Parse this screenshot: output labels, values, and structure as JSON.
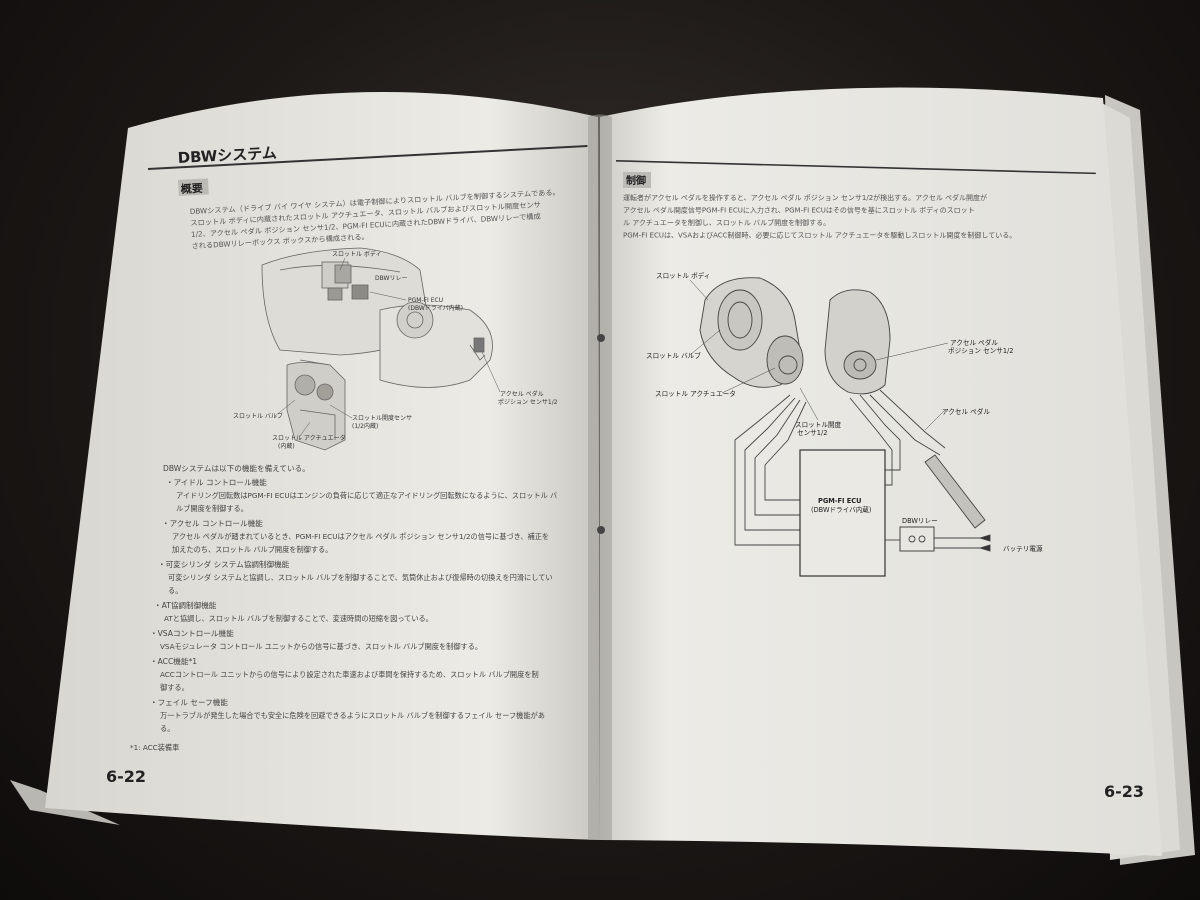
{
  "left_page": {
    "section_title": "DBWシステム",
    "heading": "概要",
    "intro_lines": [
      "DBWシステム（ドライブ バイ ワイヤ システム）は電子制御によりスロットル バルブを制御するシステムである。",
      "スロットル ボディに内蔵されたスロットル アクチュエータ、スロットル バルブおよびスロットル開度センサ",
      "1/2、アクセル ペダル ポジション センサ1/2、PGM-FI ECUに内蔵されたDBWドライバ、DBWリレーで構成",
      "されるDBWリレーボックス ボックスから構成される。"
    ],
    "diagram_labels": {
      "throttle_body": "スロットル ボディ",
      "dbw_relay": "DBWリレー",
      "ecu": "PGM-FI ECU",
      "ecu_sub": "(DBWドライバ内蔵)",
      "pedal_sensor_1": "アクセル ペダル",
      "pedal_sensor_2": "ポジション センサ1/2",
      "throttle_valve": "スロットル バルブ",
      "opening_sensor": "スロットル開度センサ",
      "opening_sensor_sub": "(1/2内蔵)",
      "actuator": "スロットル アクチュエータ",
      "actuator_sub": "(内蔵)"
    },
    "functions_intro": "DBWシステムは以下の機能を備えている。",
    "functions": [
      {
        "name": "・アイドル コントロール機能",
        "desc": [
          "アイドリング回転数はPGM-FI ECUはエンジンの負荷に応じて適正なアイドリング回転数になるように、スロットル バ",
          "ルブ開度を制御する。"
        ]
      },
      {
        "name": "・アクセル コントロール機能",
        "desc": [
          "アクセル ペダルが踏まれているとき、PGM-FI ECUはアクセル ペダル ポジション センサ1/2の信号に基づき、補正を",
          "加えたのち、スロットル バルブ開度を制御する。"
        ]
      },
      {
        "name": "・可変シリンダ システム協調制御機能",
        "desc": [
          "可変シリンダ システムと協調し、スロットル バルブを制御することで、気筒休止および復帰時の切換えを円滑にしてい",
          "る。"
        ]
      },
      {
        "name": "・AT協調制御機能",
        "desc": [
          "ATと協調し、スロットル バルブを制御することで、変速時間の短縮を図っている。"
        ]
      },
      {
        "name": "・VSAコントロール機能",
        "desc": [
          "VSAモジュレータ コントロール ユニットからの信号に基づき、スロットル バルブ開度を制御する。"
        ]
      },
      {
        "name": "・ACC機能*1",
        "desc": [
          "ACCコントロール ユニットからの信号により設定された車速および車間を保持するため、スロットル バルブ開度を制",
          "御する。"
        ]
      },
      {
        "name": "・フェイル セーフ機能",
        "desc": [
          "万一トラブルが発生した場合でも安全に危険を回避できるようにスロットル バルブを制御するフェイル セーフ機能があ",
          "る。"
        ]
      }
    ],
    "footnote": "*1: ACC装備車",
    "page_number": "6-22"
  },
  "right_page": {
    "heading": "制御",
    "intro_lines": [
      "運転者がアクセル ペダルを操作すると、アクセル ペダル ポジション センサ1/2が検出する。アクセル ペダル開度が",
      "アクセル ペダル開度信号PGM-FI ECUに入力され、PGM-FI ECUはその信号を基にスロットル ボディのスロット",
      "ル アクチュエータを制御し、スロットル バルブ開度を制御する。",
      "PGM-FI ECUは、VSAおよびACC制御時、必要に応じてスロットル アクチュエータを駆動しスロットル開度を制御している。"
    ],
    "diagram_labels": {
      "throttle_body": "スロットル ボディ",
      "throttle_valve": "スロットル バルブ",
      "actuator": "スロットル アクチュエータ",
      "opening_sensor_1": "スロットル開度",
      "opening_sensor_2": "センサ1/2",
      "pedal_sensor_1": "アクセル ペダル",
      "pedal_sensor_2": "ポジション センサ1/2",
      "pedal": "アクセル ペダル",
      "ecu": "PGM-FI ECU",
      "ecu_sub": "(DBWドライバ内蔵)",
      "dbw_relay": "DBWリレー",
      "battery": "バッテリ電源"
    },
    "page_number": "6-23"
  }
}
